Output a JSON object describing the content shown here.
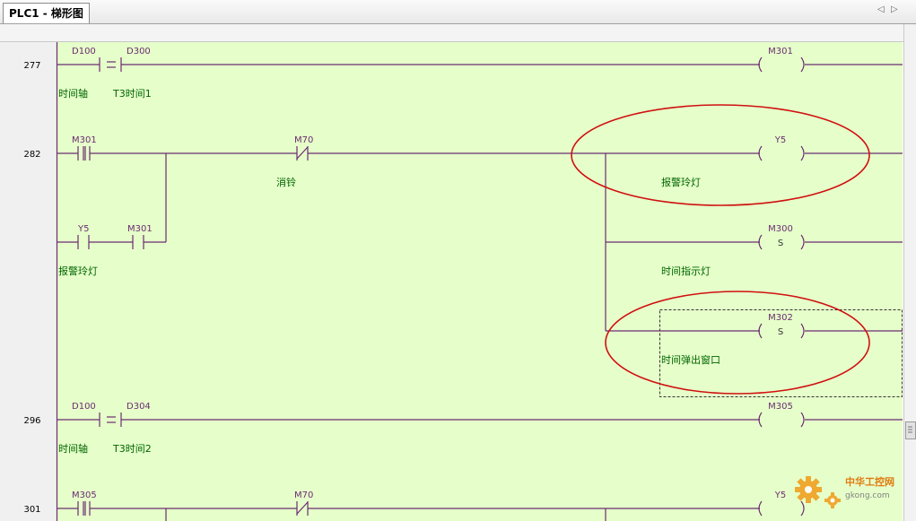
{
  "window": {
    "tab_title": "PLC1 - 梯形图",
    "nav_prev": "◁",
    "nav_next": "▷"
  },
  "colors": {
    "canvas_bg": "#e6ffca",
    "rung_line": "#6a2c70",
    "label_text": "#006400",
    "highlight_ellipse": "#d01010"
  },
  "rungs": [
    {
      "step": "277"
    },
    {
      "step": "282"
    },
    {
      "step": "296"
    },
    {
      "step": "301"
    }
  ],
  "labels": {
    "d100_a": "D100",
    "d300": "D300",
    "m301_coil": "M301",
    "comment_timeline_a": "时间轴",
    "comment_t3_time1": "T3时间1",
    "m301_contact": "M301",
    "m70_a": "M70",
    "comment_silence": "消铃",
    "y5_coil": "Y5",
    "comment_alarm_bell": "报警玲灯",
    "y5_contact": "Y5",
    "m301_contact_b": "M301",
    "comment_alarm_bell_b": "报警玲灯",
    "m300_coil": "M300",
    "set_m300": "S",
    "comment_time_indicator": "时间指示灯",
    "m302_coil": "M302",
    "set_m302": "S",
    "comment_time_popup": "时间弹出窗口",
    "d100_b": "D100",
    "d304": "D304",
    "m305_coil": "M305",
    "comment_timeline_b": "时间轴",
    "comment_t3_time2": "T3时间2",
    "m305_contact": "M305",
    "m70_b": "M70",
    "y5_coil_b": "Y5"
  },
  "watermark": {
    "brand": "中华工控网",
    "domain": "gkong.com"
  }
}
